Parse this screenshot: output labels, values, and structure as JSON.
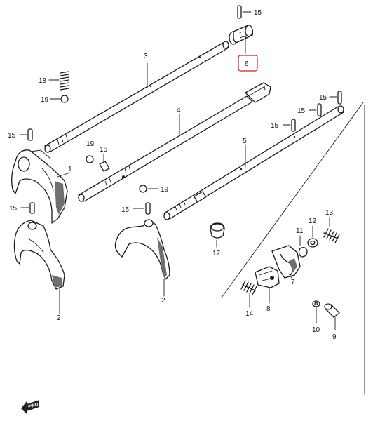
{
  "diagram": {
    "highlight_color": "#cc2222",
    "line_color": "#1a1a1a",
    "highlighted_part": "6",
    "labels": {
      "p1": "1",
      "p2a": "2",
      "p2b": "2",
      "p3": "3",
      "p4": "4",
      "p5": "5",
      "p6": "6",
      "p7": "7",
      "p8": "8",
      "p9": "9",
      "p10": "10",
      "p11": "11",
      "p12": "12",
      "p13": "13",
      "p14": "14",
      "p15a": "15",
      "p15b": "15",
      "p15c": "15",
      "p15d": "15",
      "p15e": "15",
      "p15f": "15",
      "p15g": "15",
      "p16": "16",
      "p17": "17",
      "p18": "18",
      "p19a": "19",
      "p19b": "19",
      "p19c": "19"
    },
    "fwd_arrow": {
      "icon": "forward-arrow-icon",
      "text": "FWD"
    }
  }
}
